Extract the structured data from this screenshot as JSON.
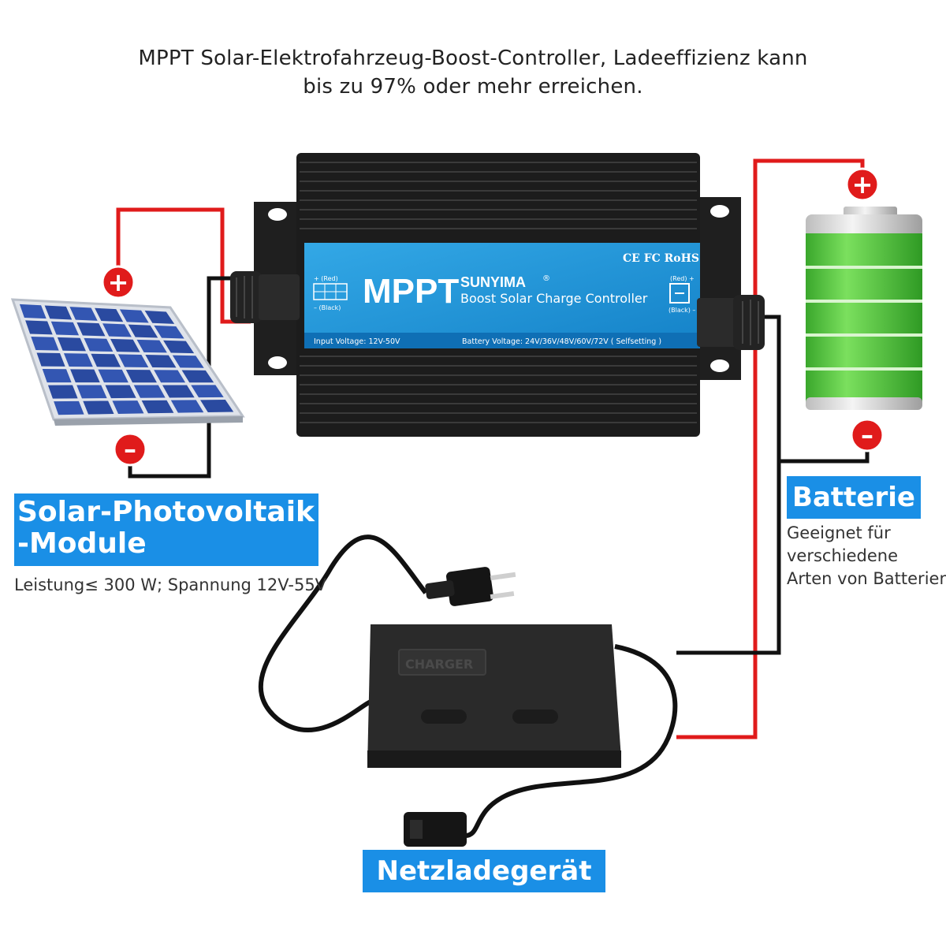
{
  "title": {
    "line1": "MPPT Solar-Elektrofahrzeug-Boost-Controller, Ladeeffizienz kann",
    "line2": "bis zu 97% oder mehr erreichen."
  },
  "controller": {
    "brand": "SUNYIMA",
    "trademark": "®",
    "model": "MPPT",
    "subtitle": "Boost Solar Charge Controller",
    "certifications": "CE FC RoHS",
    "input_voltage": "Input Voltage: 12V-50V",
    "battery_voltage": "Battery Voltage: 24V/36V/48V/60V/72V ( Selfsetting )",
    "left_red": "+ (Red)",
    "left_black": "– (Black)",
    "right_red": "(Red) +",
    "right_black": "(Black) –"
  },
  "solar": {
    "label_line1": "Solar-Photovoltaik",
    "label_line2": "-Module",
    "spec": "Leistung≤ 300 W; Spannung 12V-55V"
  },
  "battery": {
    "label": "Batterie",
    "desc_line1": "Geeignet für",
    "desc_line2": "verschiedene",
    "desc_line3": "Arten von Batterien"
  },
  "charger": {
    "label": "Netzladegerät",
    "embossed": "CHARGER"
  },
  "terminals": {
    "plus": "+",
    "minus": "–"
  },
  "colors": {
    "wire_red": "#e01b1b",
    "wire_black": "#111111",
    "label_blue": "#1a8fe6",
    "controller_body": "#1c1c1c",
    "controller_panel": "#1e9bd9",
    "battery_green": "#4cc93a",
    "solar_cell": "#2a4aa0"
  }
}
